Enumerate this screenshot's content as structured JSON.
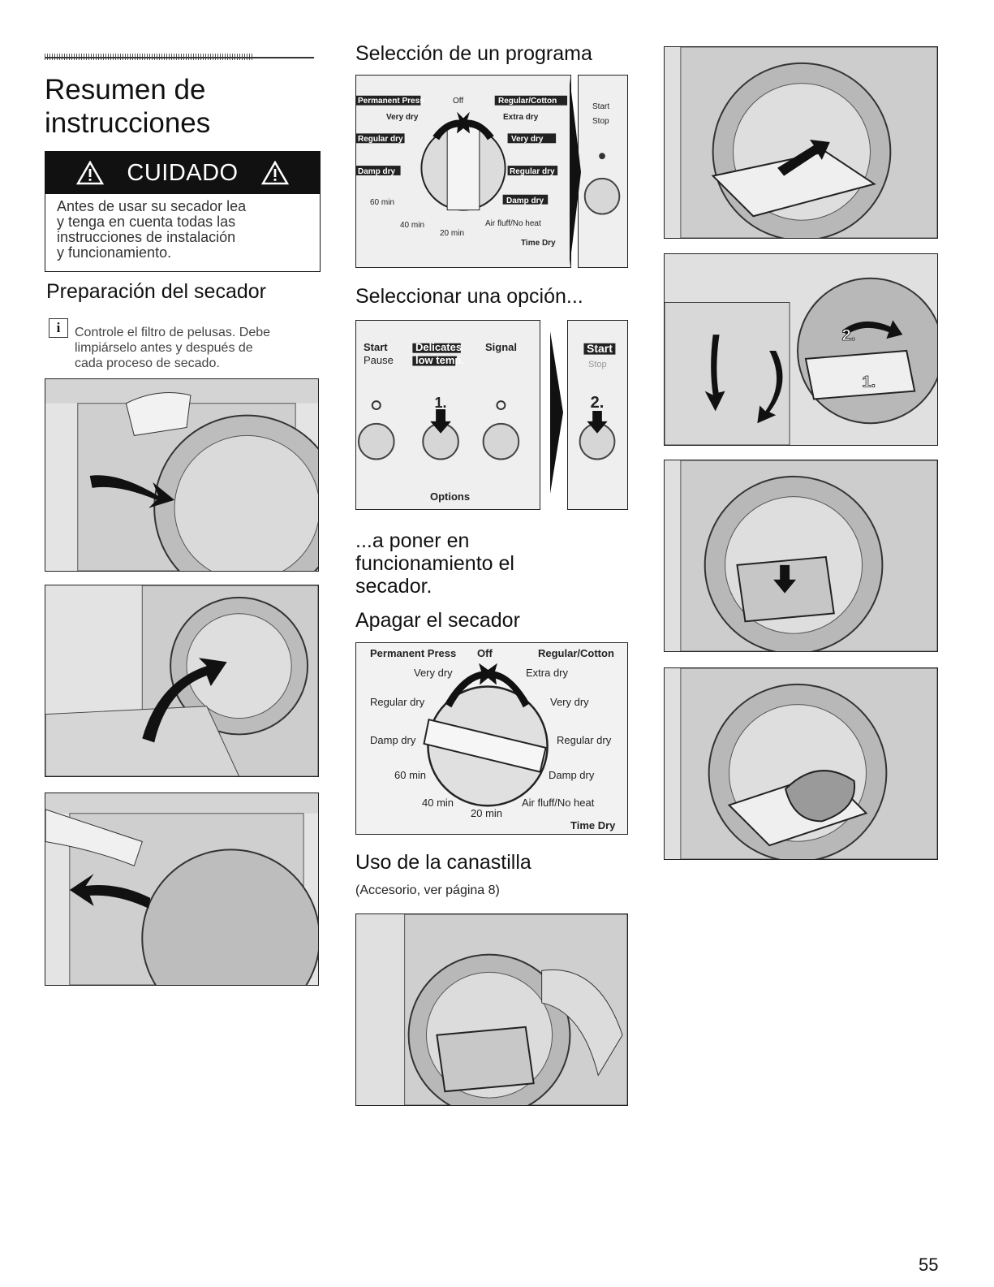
{
  "column1": {
    "title_line1": "Resumen de",
    "title_line2": "instrucciones",
    "caution": {
      "label": "CUIDADO",
      "lines": [
        "Antes de usar su secador lea",
        "y tenga en cuenta todas las",
        "instrucciones de instalación",
        "y funcionamiento."
      ]
    },
    "prep_title": "Preparación del secador",
    "info_icon": "i",
    "info_lines": [
      "Controle el filtro de pelusas. Debe",
      "limpiárselo antes y después de",
      "cada proceso de secado."
    ]
  },
  "column2": {
    "program_title": "Selección de un programa",
    "program_panel": {
      "left_labels": [
        "Permanent Press",
        "Very dry",
        "Regular dry",
        "Damp dry",
        "60 min",
        "40 min"
      ],
      "right_labels": [
        "Regular/Cotton",
        "Extra dry",
        "Very dry",
        "Regular dry",
        "Damp dry",
        "Air fluff/No heat"
      ],
      "off": "Off",
      "twenty": "20 min",
      "time_dry": "Time Dry",
      "start": "Start",
      "stop": "Stop"
    },
    "option_title": "Seleccionar una opción...",
    "option_panel": {
      "start": "Start",
      "pause": "Pause",
      "delicates": "Delicates",
      "low_temp": "low temp.",
      "signal": "Signal",
      "step1": "1.",
      "options": "Options",
      "start2": "Start",
      "stop2": "Stop",
      "step2": "2."
    },
    "start_lines": [
      "...a poner en",
      "funcionamiento el",
      "secador."
    ],
    "off_title": "Apagar el secador",
    "off_panel": {
      "permanent_press": "Permanent Press",
      "off": "Off",
      "regular_cotton": "Regular/Cotton",
      "very_dry_l": "Very dry",
      "extra_dry": "Extra dry",
      "regular_dry_l": "Regular dry",
      "very_dry_r": "Very dry",
      "damp_dry_l": "Damp dry",
      "regular_dry_r": "Regular dry",
      "sixty": "60 min",
      "damp_dry_r": "Damp dry",
      "forty": "40 min",
      "air_fluff": "Air fluff/No heat",
      "twenty": "20 min",
      "time_dry": "Time Dry"
    },
    "basket_title": "Uso de la canastilla",
    "basket_note": "(Accesorio, ver página 8)"
  },
  "step_labels": {
    "one": "1.",
    "two": "2."
  },
  "page_number": "55",
  "colors": {
    "ink": "#111111",
    "illustration_bg": "#e9e9e9",
    "arrow": "#111111"
  }
}
